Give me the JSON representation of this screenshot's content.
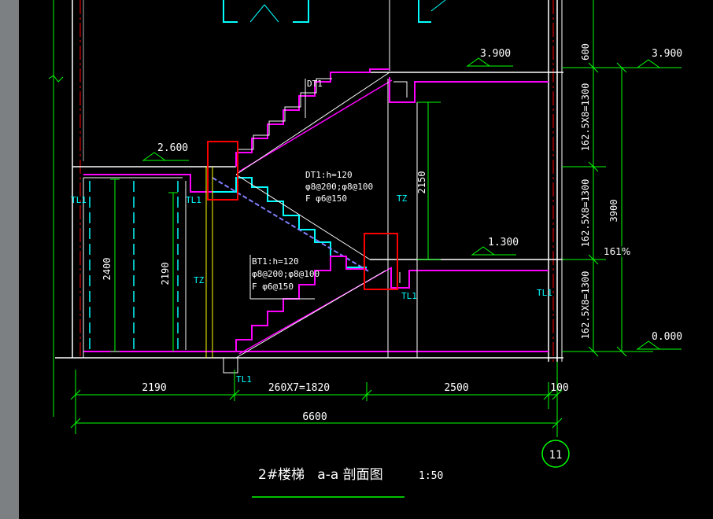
{
  "colors": {
    "background": "#000000",
    "wall": "#ffffff",
    "stair": "#ff00ff",
    "cyan": "#00ffff",
    "green": "#00ff00",
    "yellow": "#ffff00",
    "red": "#ff0000",
    "gray": "#b0b0b0"
  },
  "elevations": {
    "top_left": "3.900",
    "top_right": "3.900",
    "mid_left": "2.600",
    "mid_right": "1.300",
    "ground": "0.000"
  },
  "annotations": {
    "dt1": "DT1",
    "dt1_spec_1": "DT1:h=120",
    "dt1_spec_2": "φ8@200;φ8@100",
    "dt1_spec_3": "F φ6@150",
    "bt1_spec_1": "BT1:h=120",
    "bt1_spec_2": "φ8@200;φ8@100",
    "bt1_spec_3": "F φ6@150",
    "tl1": "TL1",
    "tz": "TZ"
  },
  "dimensions": {
    "right_1": "600",
    "right_2": "162.5X8=1300",
    "right_3": "162.5X8=1300",
    "right_4": "162.5X8=1300",
    "right_total": "3900",
    "vert_2400": "2400",
    "vert_2190": "2190",
    "vert_2150": "2150",
    "bottom_1": "2190",
    "bottom_2": "260X7=1820",
    "bottom_3": "2500",
    "bottom_4": "100",
    "bottom_total": "6600"
  },
  "axis_label": "11",
  "title": {
    "text": "2#楼梯   a-a 剖面图",
    "scale": "1:50"
  },
  "zoom": "161%"
}
